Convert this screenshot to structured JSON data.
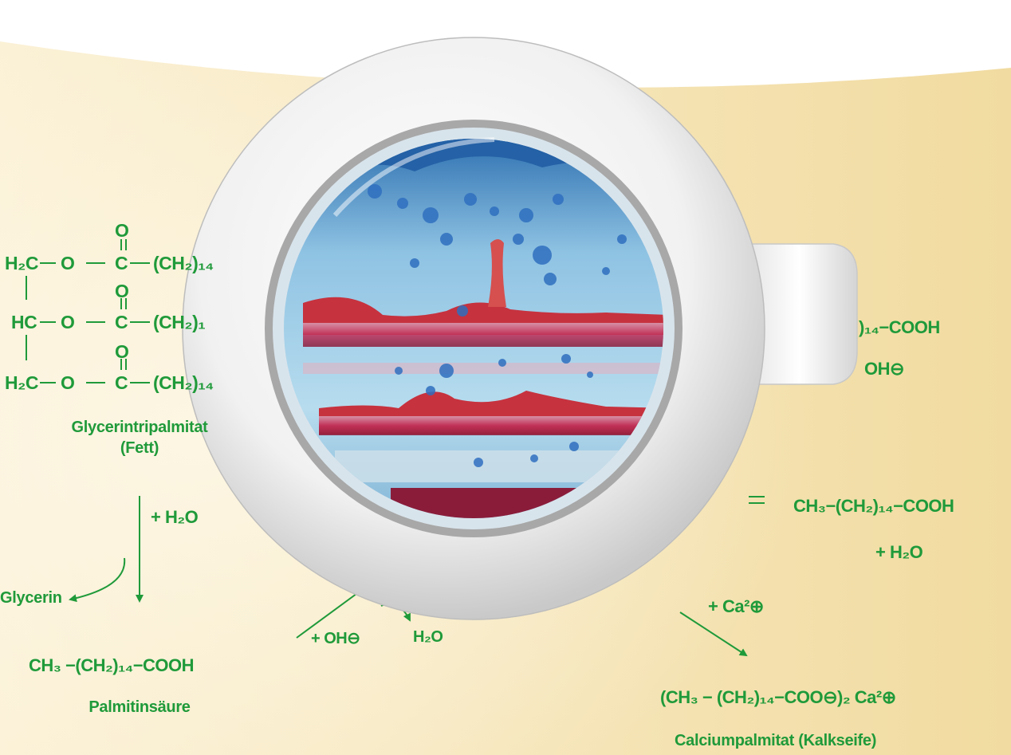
{
  "colors": {
    "formula_green": "#1f9a3a",
    "background_cream": "#f5e4b2",
    "water_blue": "#5fa9d6",
    "fat_red": "#c2323a",
    "door_white": "#f4f4f4"
  },
  "icons": [
    "washing-machine-door-icon",
    "door-handle-icon"
  ],
  "fat": {
    "carbonyl_o": "O",
    "row1": {
      "left": "H₂C",
      "ester_o": "O",
      "carbon": "C",
      "chain": "(CH₂)₁₄"
    },
    "row2": {
      "left": "HC",
      "ester_o": "O",
      "carbon": "C",
      "chain": "(CH₂)₁"
    },
    "row3": {
      "left": "H₂C",
      "ester_o": "O",
      "carbon": "C",
      "chain": "(CH₂)₁₄"
    },
    "name": "Glycerintripalmitat",
    "name2": "(Fett)"
  },
  "hydrolysis": {
    "reagent": "+ H₂O",
    "side_product": "Glycerin"
  },
  "palmitic_acid": {
    "formula": "CH₃ −(CH₂)₁₄−COOH",
    "name": "Palmitinsäure"
  },
  "base_step": {
    "reagent": "+ OH⊖",
    "product": "H₂O"
  },
  "right_side": {
    "partial_acid": ")₁₄−COOH",
    "partial_oh": "OH⊖",
    "equilibrium_acid": "CH₃−(CH₂)₁₄−COOH",
    "equilibrium_water": "+ H₂O",
    "calcium": "+ Ca²⊕",
    "lime_soap_formula": "(CH₃ − (CH₂)₁₄−COO⊖)₂ Ca²⊕",
    "lime_soap_name": "Calciumpalmitat (Kalkseife)"
  }
}
